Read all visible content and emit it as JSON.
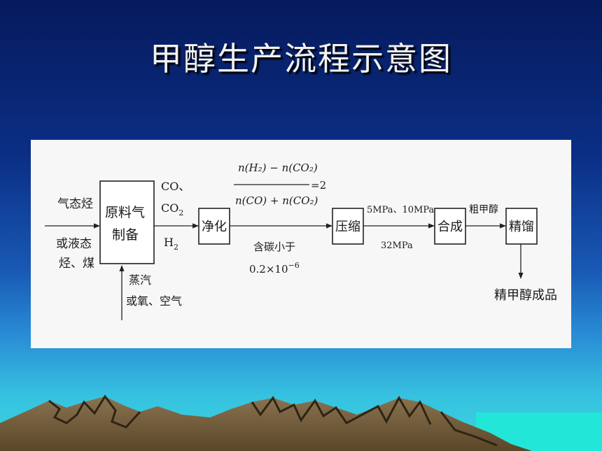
{
  "slide": {
    "title": "甲醇生产流程示意图"
  },
  "diagram": {
    "feed_top": "气态烃",
    "feed_bottom_1": "或液态",
    "feed_bottom_2": "烃、煤",
    "box_raw_1": "原料气",
    "box_raw_2": "制备",
    "steam_1": "蒸汽",
    "steam_2": "或氧、空气",
    "gas_co": "CO、",
    "gas_co2": "CO",
    "gas_co2_sub": "2",
    "gas_h2": "H",
    "gas_h2_sub": "2",
    "box_purify": "净化",
    "ratio_numerator": "n(H₂) − n(CO₂)",
    "ratio_denominator": "n(CO) + n(CO₂)",
    "ratio_value": "=2",
    "carbon_text": "含碳小于",
    "carbon_value": "0.2×10",
    "carbon_exp": "−6",
    "box_compress": "压缩",
    "pressure_top": "5MPa、10MPa、",
    "pressure_bottom": "32MPa",
    "box_synth": "合成",
    "crude_methanol": "粗甲醇",
    "box_distill": "精馏",
    "product": "精甲醇成品"
  }
}
